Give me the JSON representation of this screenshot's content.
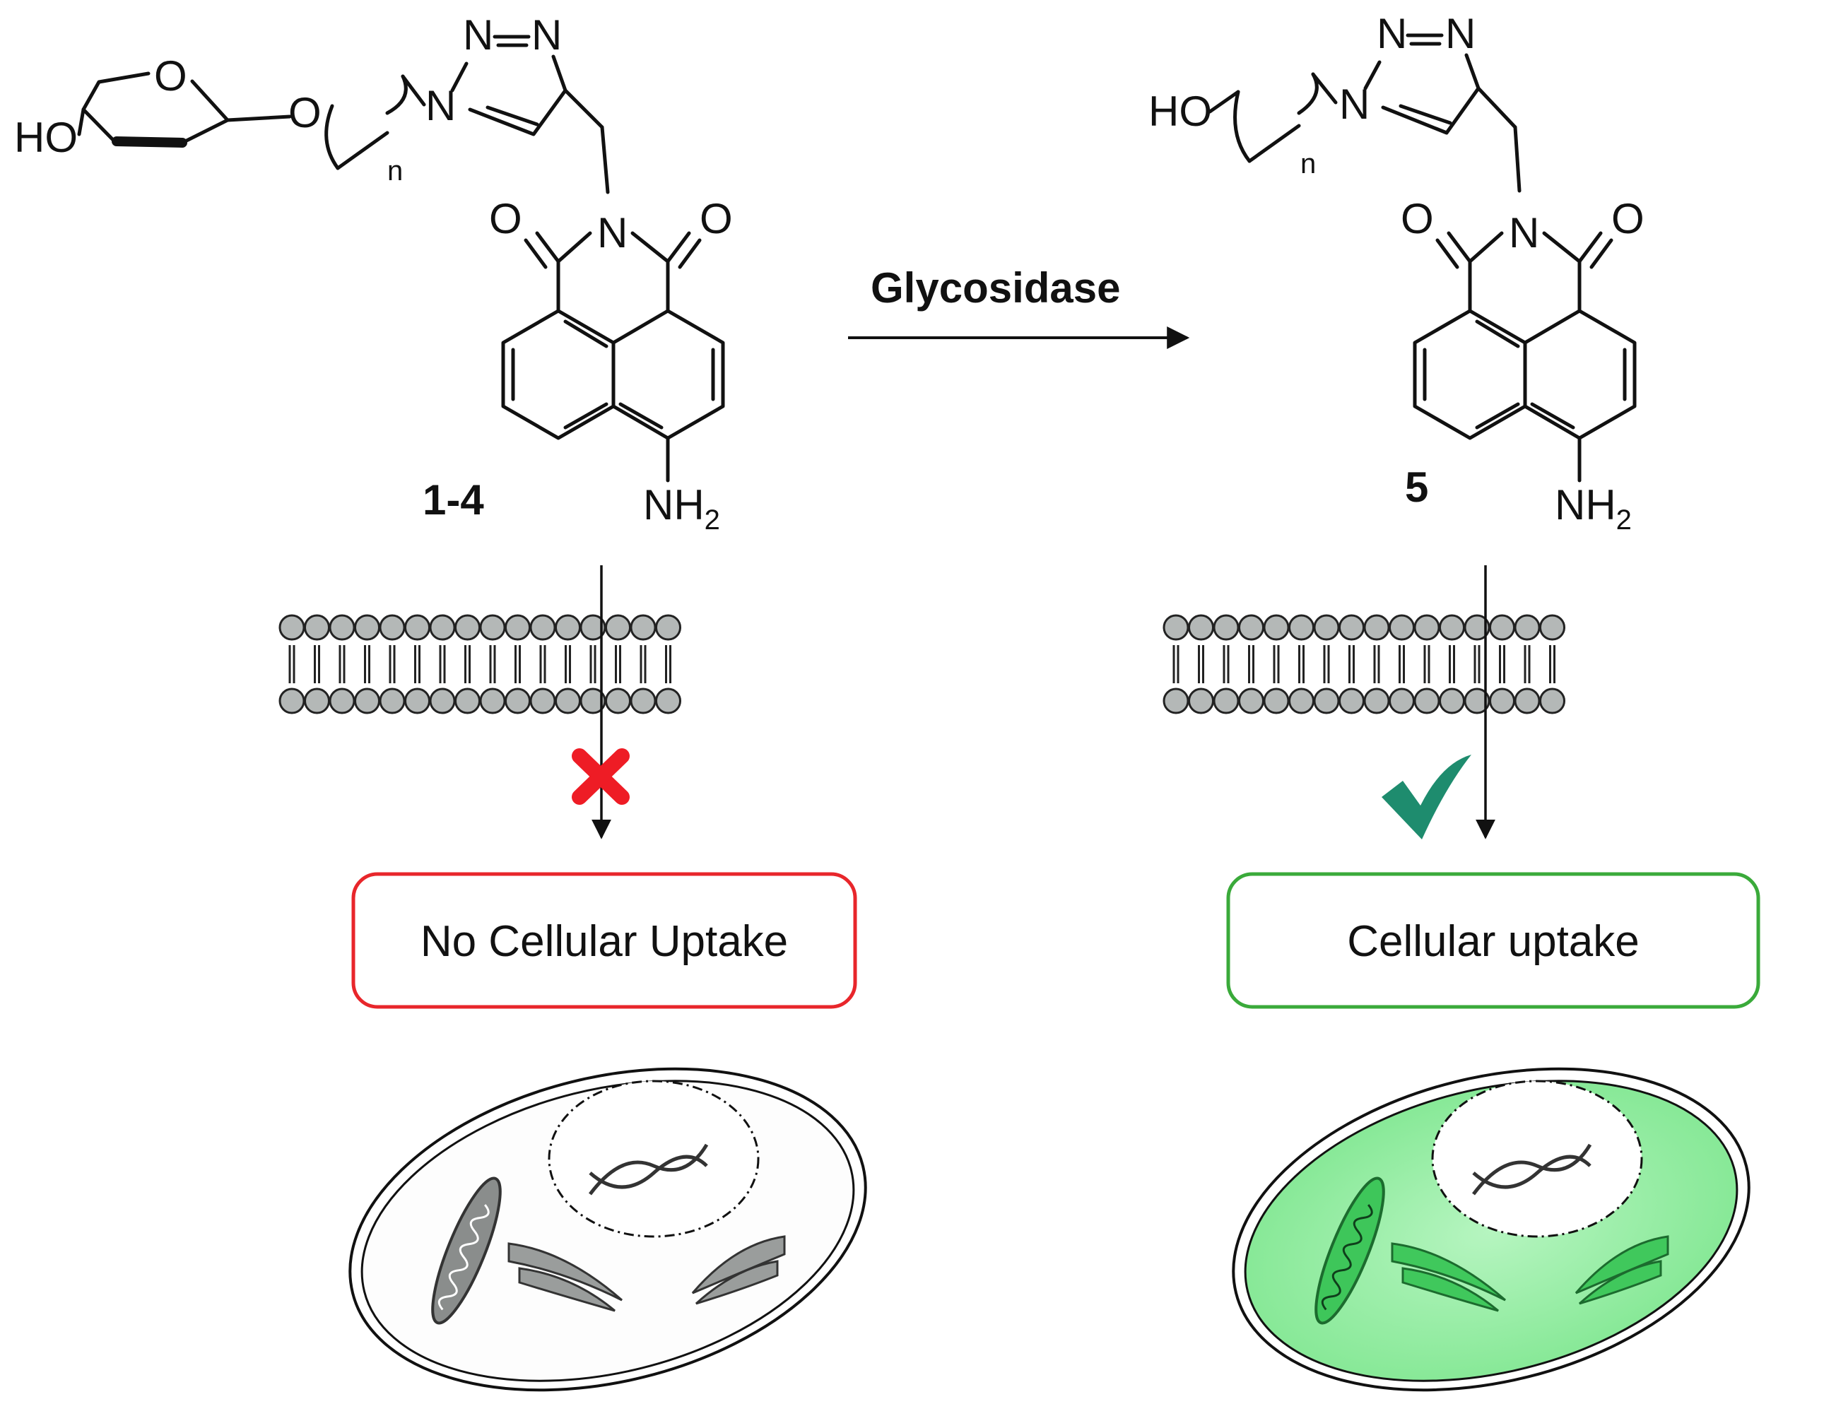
{
  "reaction": {
    "enzyme_label": "Glycosidase"
  },
  "left": {
    "compound_label": "1-4",
    "atoms": {
      "ho": "HO",
      "ring_o": "O",
      "link_o": "O",
      "n_sub": "n",
      "triazole_n1": "N",
      "triazole_n2": "N",
      "triazole_n3": "N",
      "imide_n": "N",
      "carbonyl_o1": "O",
      "carbonyl_o2": "O",
      "amine": "NH",
      "amine_sub": "2"
    },
    "result_box": "No Cellular Uptake",
    "result_mark": "cross",
    "box_color": "#e8262b",
    "mark_color": "#ee1c25"
  },
  "right": {
    "compound_label": "5",
    "atoms": {
      "ho": "HO",
      "n_sub": "n",
      "triazole_n1": "N",
      "triazole_n2": "N",
      "triazole_n3": "N",
      "imide_n": "N",
      "carbonyl_o1": "O",
      "carbonyl_o2": "O",
      "amine": "NH",
      "amine_sub": "2"
    },
    "result_box": "Cellular uptake",
    "result_mark": "check",
    "box_color": "#3aaa3a",
    "mark_color": "#1e8c6e",
    "cell_fill": "#8fef9f"
  },
  "membrane": {
    "head_color": "#b4b8b7",
    "heads_per_row": 16
  }
}
